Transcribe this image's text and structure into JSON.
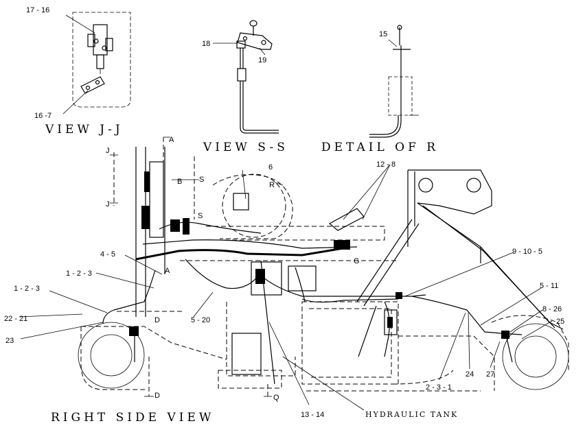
{
  "views": {
    "view_jj": "VIEW J-J",
    "view_ss": "VIEW S-S",
    "detail_r": "DETAIL OF R",
    "right_side_view": "RIGHT SIDE VIEW",
    "hydraulic_tank": "HYDRAULIC TANK"
  },
  "callouts": {
    "c17_16": "17 - 16",
    "c16_7": "16 -7",
    "c18": "18",
    "c19": "19",
    "c15": "15",
    "c6": "6",
    "c12_8": "12 - 8",
    "c4_5": "4 - 5",
    "c1_2_3_upper": "1 - 2 - 3",
    "c1_2_3_lower": "1 - 2 - 3",
    "c22_21": "22 - 21",
    "c23": "23",
    "c5_20": "5 - 20",
    "c9_10_5": "9 - 10 - 5",
    "c5_11": "5 - 11",
    "c8_26": "8 - 26",
    "c25": "25",
    "c2_3_1": "2 - 3 - 1",
    "c24": "24",
    "c27": "27",
    "c13_14": "13 - 14"
  },
  "section_marks": {
    "a_top": "A",
    "a_mid": "A",
    "b": "B",
    "s_top": "S",
    "s_mid": "S",
    "j_top": "J",
    "j_bot": "J",
    "r": "R",
    "g": "G",
    "d_mid": "D",
    "d_bot": "D",
    "q": "Q"
  }
}
